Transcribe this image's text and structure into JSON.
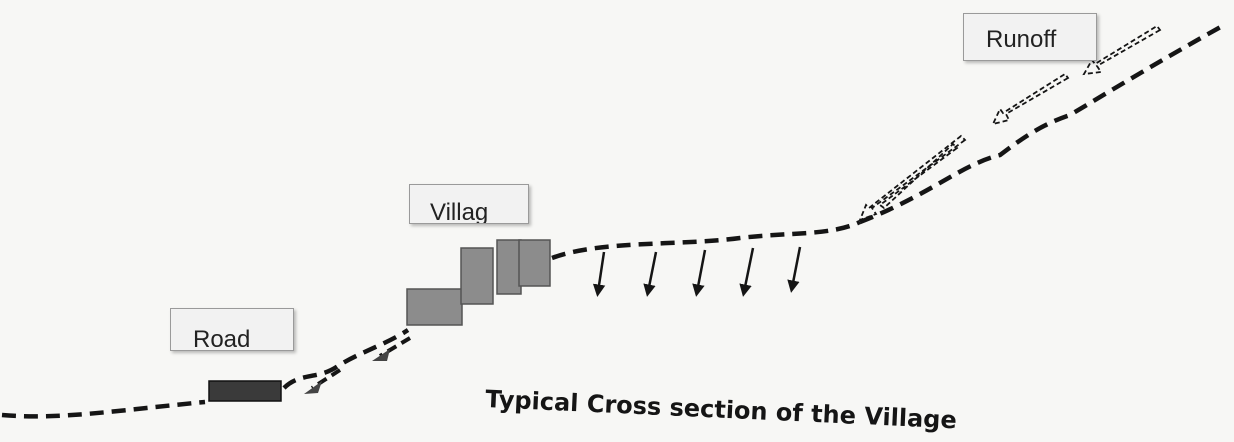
{
  "labels": {
    "runoff": "Runoff",
    "village": "Villag",
    "road": "Road"
  },
  "caption": "Typical Cross section of the Village",
  "colors": {
    "line": "#151515",
    "building": "#8c8c8c",
    "road": "#3a3a3a",
    "background": "#f7f7f5"
  }
}
